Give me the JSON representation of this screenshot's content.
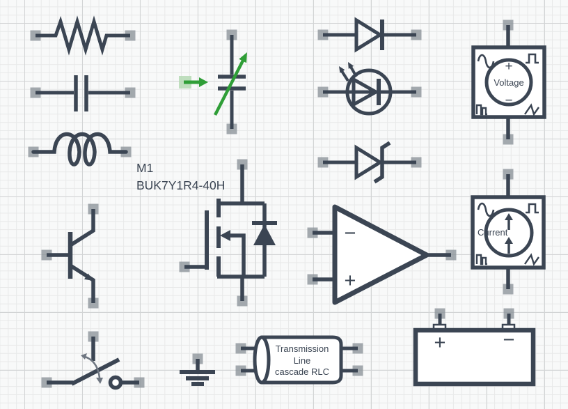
{
  "app": {
    "view": "schematic-canvas",
    "grid": "on"
  },
  "colors": {
    "ink": "#3b4553",
    "terminal": "#8b9299",
    "green": "#2f9e37",
    "green-pad": "#b5d9b4",
    "arrow-gray": "#6e7681",
    "grid-minor": "#e8e9e9",
    "grid-major": "#d2d4d5",
    "bg": "#f8f9f9"
  },
  "labels": {
    "mosfet_ref": "M1",
    "mosfet_part": "BUK7Y1R4-40H",
    "voltage": "Voltage",
    "voltage_plus": "+",
    "voltage_minus": "−",
    "current": "Current",
    "opamp_minus": "−",
    "opamp_plus": "+",
    "battery_plus": "+",
    "battery_minus": "−",
    "tline1": "Transmission",
    "tline2": "Line",
    "tline3": "cascade RLC"
  },
  "components": [
    "resistor",
    "capacitor",
    "inductor",
    "variable-capacitor",
    "diode",
    "led",
    "zener-diode",
    "voltage-source",
    "npn-transistor",
    "n-mosfet",
    "op-amp",
    "current-source",
    "switch",
    "ground",
    "transmission-line",
    "battery"
  ],
  "icons": {
    "waveforms": [
      "sine-wave",
      "square-wave",
      "pulse-train",
      "triangle-wave"
    ],
    "connect_arrow": "green-connect-arrow",
    "led_emission": "emission-arrows",
    "switch_motion": "rotation-arrow"
  }
}
